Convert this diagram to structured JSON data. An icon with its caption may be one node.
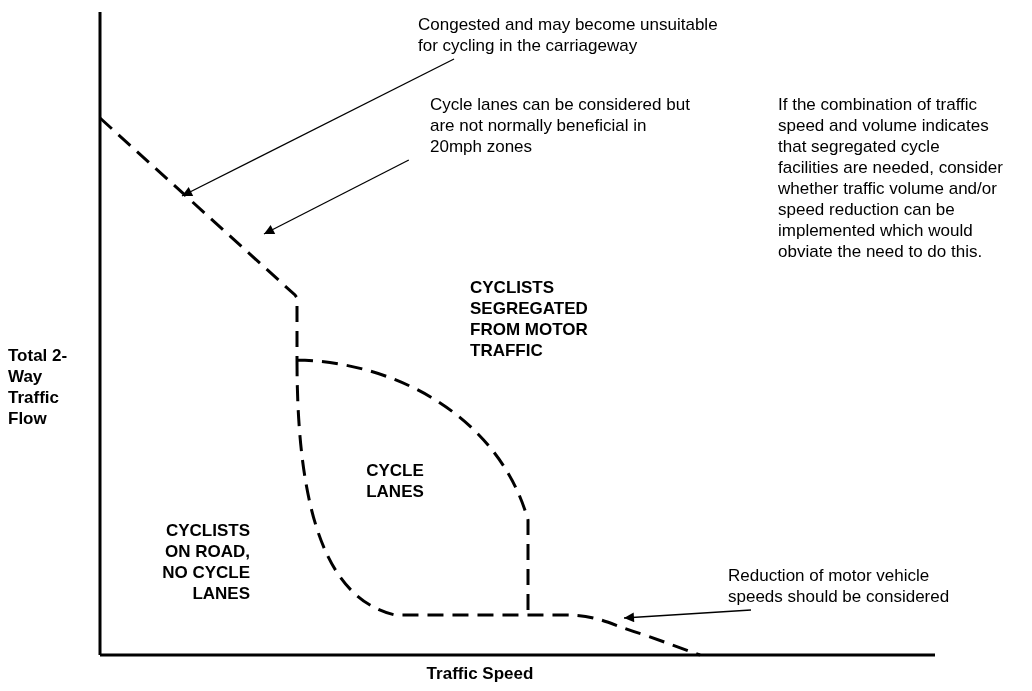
{
  "diagram": {
    "nodes": [
      {
        "text": [
          "Congested and may become unsuitable for cycling in the carriageway"
        ]
      },
      {
        "text": [
          "Cycle lanes can be considered but are not normally beneficial in 20mph zones"
        ]
      },
      {
        "text": [
          "Reduction of motor vehicle speeds should be considered"
        ]
      }
    ],
    "edges": [
      {
        "from": 0,
        "to": null,
        "arrow": "to"
      },
      {
        "from": 1,
        "to": null,
        "arrow": "to"
      },
      {
        "from": 2,
        "to": null,
        "arrow": "to"
      }
    ],
    "labels": [
      "If the combination of traffic speed and volume indicates that segregated cycle facilities are needed, consider whether traffic volume and/or speed reduction can be implemented which would obviate the need to do this.",
      "CYCLISTS SEGREGATED FROM MOTOR TRAFFIC",
      "Total 2-Way Traffic Flow",
      "CYCLE LANES",
      "CYCLISTS ON ROAD, NO CYCLE LANES",
      "Traffic Speed"
    ]
  }
}
